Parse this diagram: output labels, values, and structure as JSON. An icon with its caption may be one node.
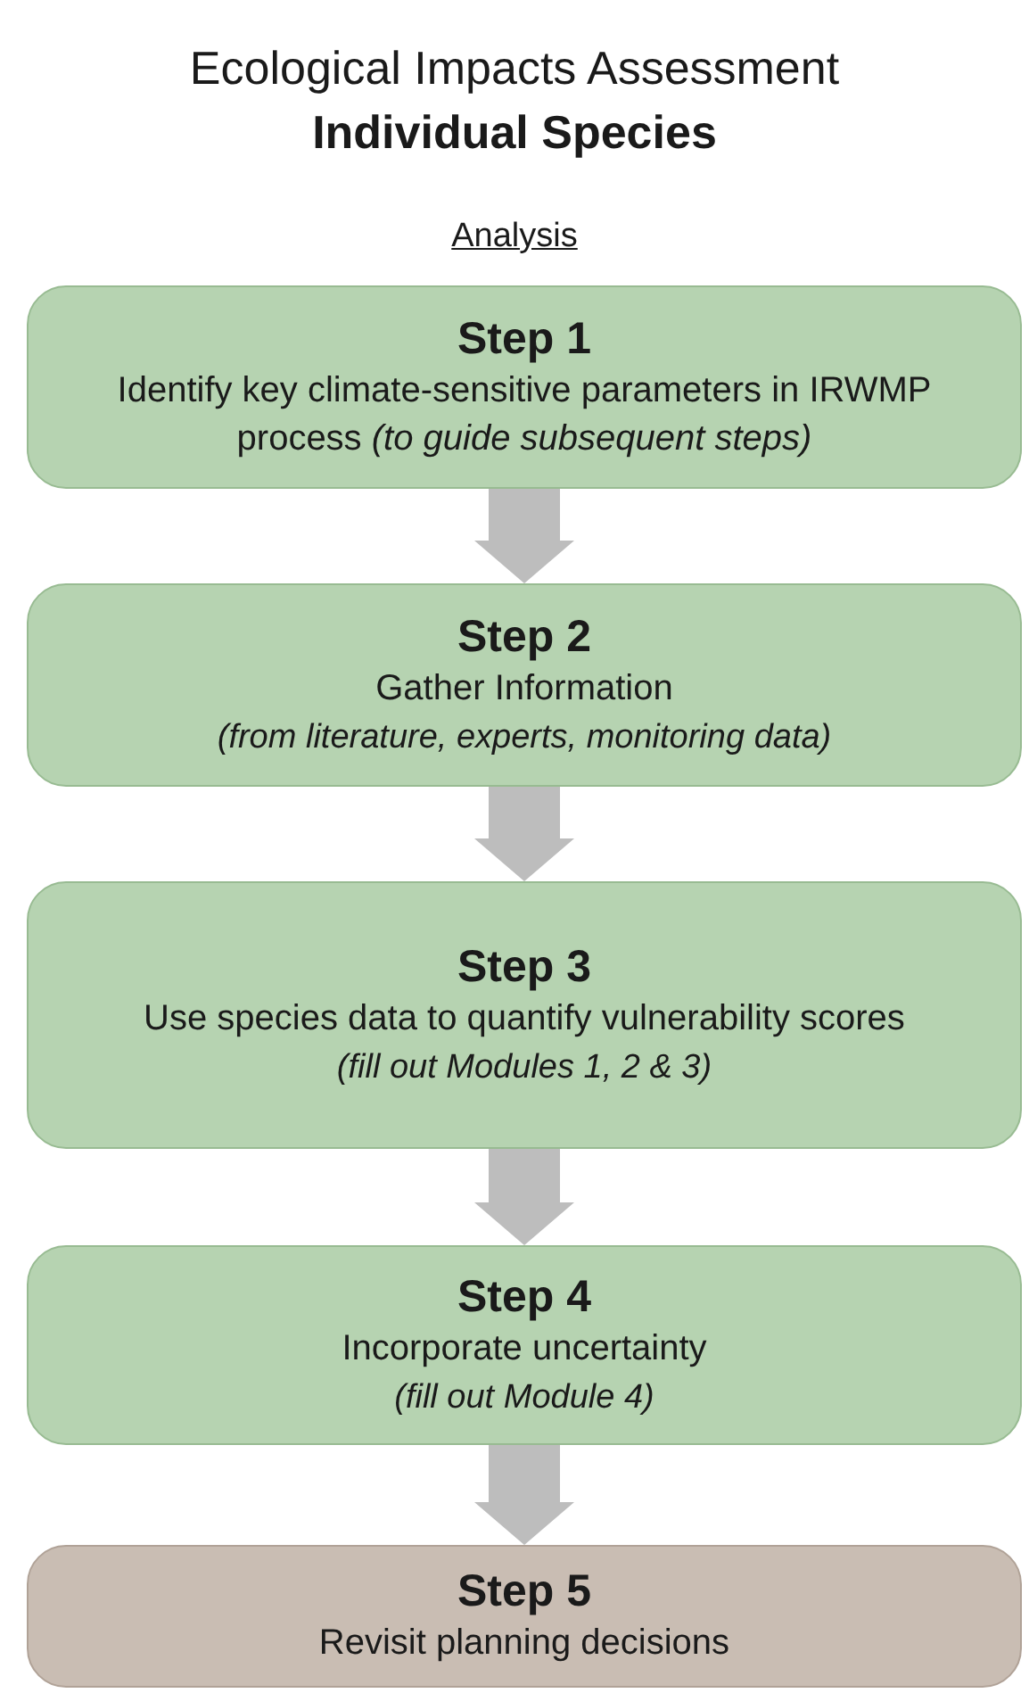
{
  "diagram": {
    "title": "Ecological Impacts Assessment **Individual Species**",
    "nodes": [
      {
        "text": [
          "Step 1",
          "Identify key climate-sensitive parameters in IRWMP process *(to guide subsequent steps)*"
        ]
      },
      {
        "text": [
          "Step 2",
          "Gather Information",
          "(from literature, experts, monitoring data)"
        ]
      },
      {
        "text": [
          "Step 3",
          "Use species data to quantify vulnerability scores",
          "(fill out Modules 1, 2 & 3)"
        ]
      },
      {
        "text": [
          "Step 4",
          "Incorporate uncertainty",
          "(fill out Module 4)"
        ]
      },
      {
        "text": [
          "Step 5",
          "Revisit planning decisions"
        ]
      }
    ],
    "edges": [
      {
        "from": 0,
        "to": 1,
        "arrow": "to"
      },
      {
        "from": 1,
        "to": 2,
        "arrow": "to"
      },
      {
        "from": 2,
        "to": 3,
        "arrow": "to"
      },
      {
        "from": 3,
        "to": 4,
        "arrow": "to"
      }
    ],
    "labels": [
      "Analysis"
    ]
  }
}
